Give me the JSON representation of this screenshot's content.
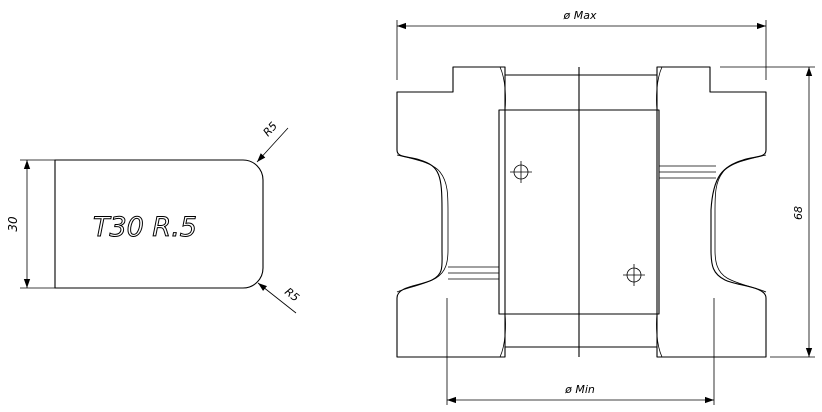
{
  "profile": {
    "label": "T30  R.5",
    "height_dim": "30",
    "radius_top": "R5",
    "radius_bottom": "R5"
  },
  "assembly": {
    "max_dim": "ø  Max",
    "min_dim": "ø  Min",
    "height_dim": "68"
  }
}
